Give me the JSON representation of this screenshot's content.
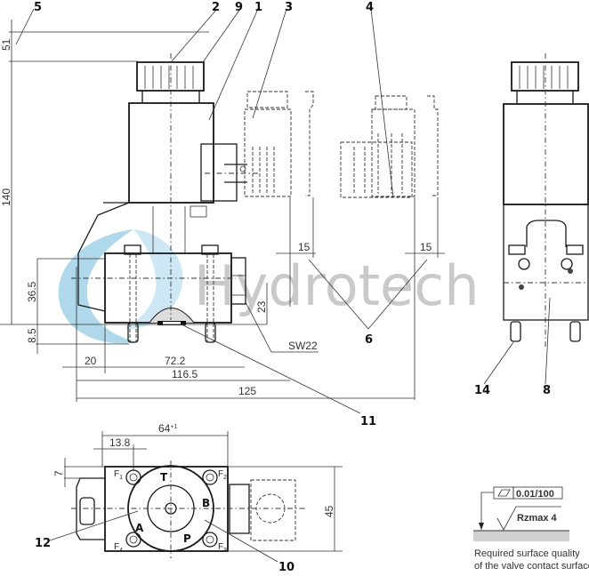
{
  "watermark": {
    "text": "Hydrotech",
    "logo_color": "#8fc8e3",
    "text_color": "#b8b8b8"
  },
  "callouts": {
    "c5": "5",
    "c2": "2",
    "c9": "9",
    "c1": "1",
    "c3": "3",
    "c4": "4",
    "c6": "6",
    "c11": "11",
    "c14": "14",
    "c8": "8",
    "c12": "12",
    "c10": "10"
  },
  "dimensions": {
    "d51": "51",
    "d140": "140",
    "d36_5": "36.5",
    "d8_5": "8.5",
    "d20": "20",
    "d72_2": "72.2",
    "d116_5": "116.5",
    "d125": "125",
    "d23": "23",
    "sw22": "SW22",
    "d15a": "15",
    "d15b": "15",
    "d64": "64",
    "d64_tol": "+1",
    "d13_8": "13.8",
    "d7": "7",
    "d45": "45"
  },
  "ports": {
    "T": "T",
    "A": "A",
    "B": "B",
    "P": "P",
    "F1": "F",
    "F1s": "1",
    "F2": "F",
    "F2s": "2",
    "F3": "F",
    "F3s": "3",
    "F4": "F",
    "F4s": "4"
  },
  "surface_note": {
    "flatness": "0.01/100",
    "roughness": "Rzmax 4",
    "line1": "Required surface quality",
    "line2": "of the valve contact surface"
  }
}
